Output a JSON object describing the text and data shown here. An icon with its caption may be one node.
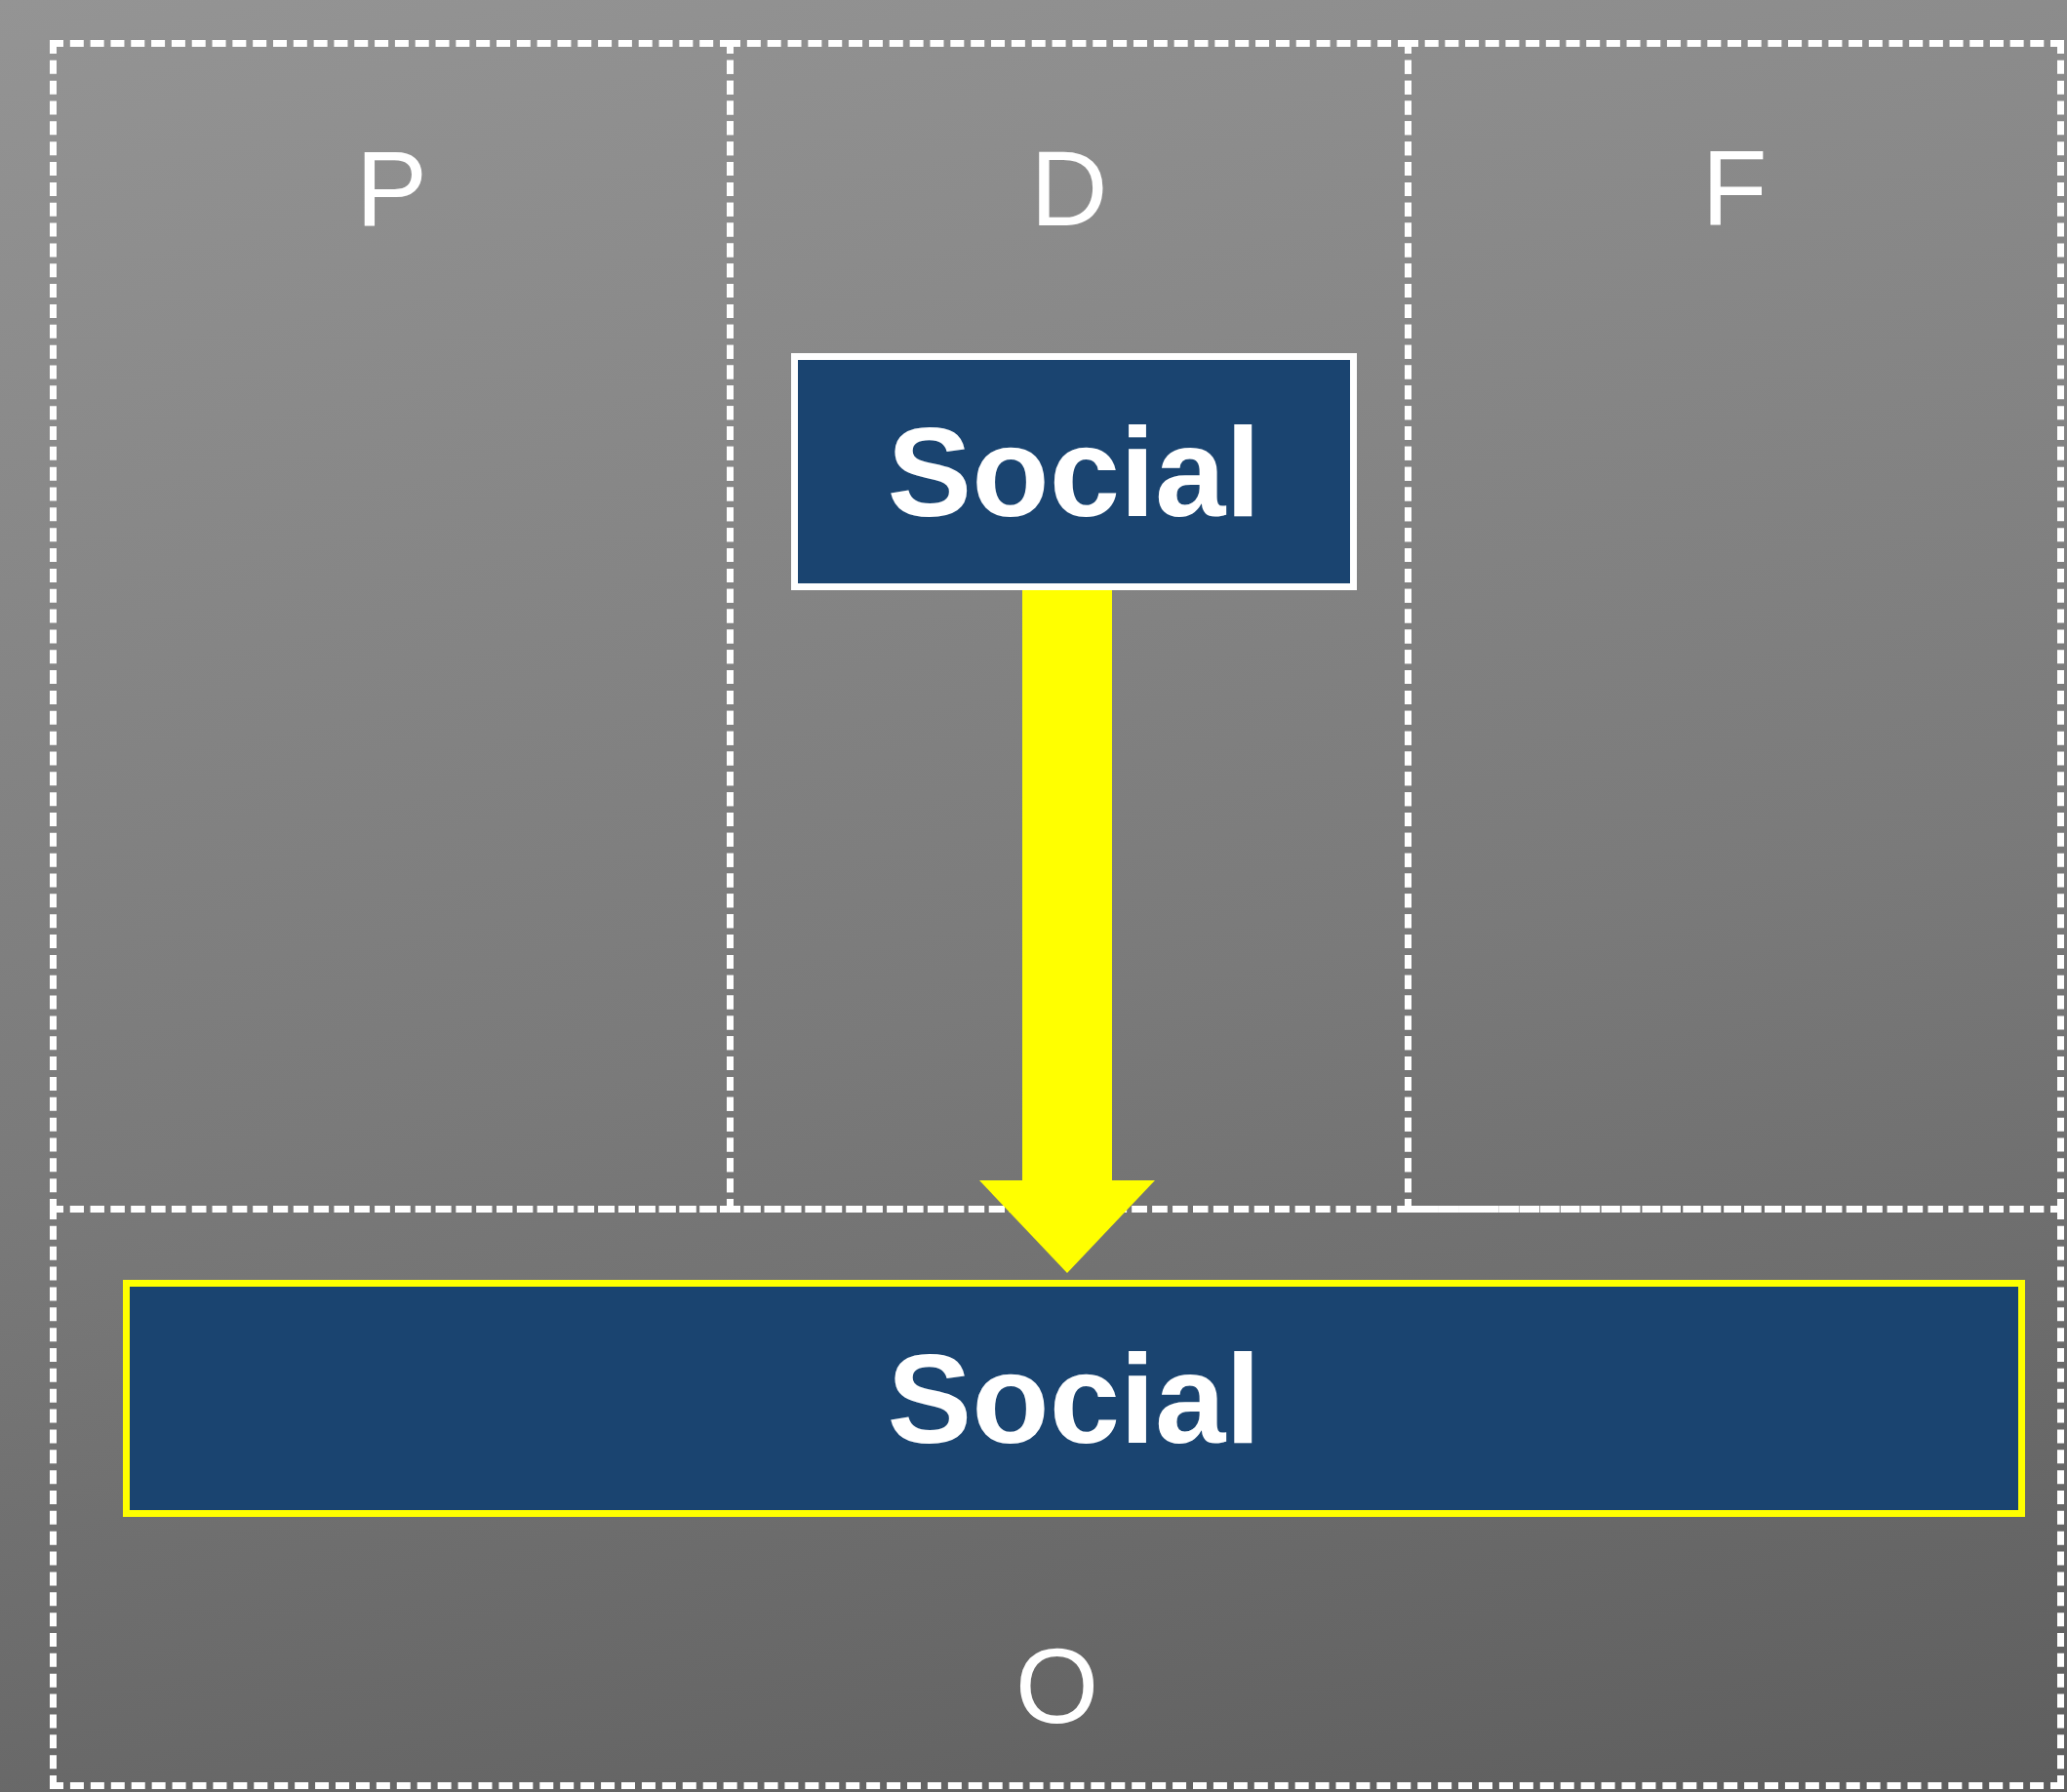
{
  "diagram": {
    "nodes": [
      {
        "text": [
          "P"
        ]
      },
      {
        "text": [
          "D"
        ]
      },
      {
        "text": [
          "F"
        ]
      },
      {
        "text": [
          "Social"
        ],
        "in": 1
      },
      {
        "text": [
          "O"
        ]
      },
      {
        "text": [
          "Social"
        ],
        "in": 4
      }
    ],
    "edges": [
      {
        "from": 3,
        "to": 5,
        "arrow": "to",
        "color": "#ffff00"
      }
    ]
  }
}
